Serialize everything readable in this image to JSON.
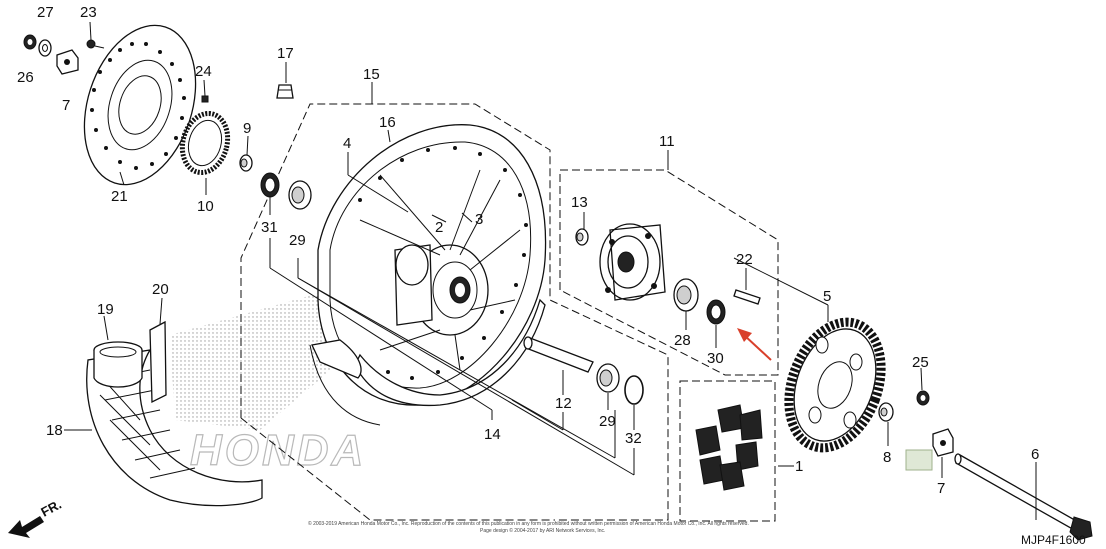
{
  "callouts": {
    "n1": "1",
    "n2": "2",
    "n3": "3",
    "n4": "4",
    "n5": "5",
    "n6": "6",
    "n7a": "7",
    "n7b": "7",
    "n8": "8",
    "n9": "9",
    "n10": "10",
    "n11": "11",
    "n12": "12",
    "n13": "13",
    "n14": "14",
    "n15": "15",
    "n16": "16",
    "n17": "17",
    "n18": "18",
    "n19": "19",
    "n20": "20",
    "n21": "21",
    "n22": "22",
    "n23": "23",
    "n24": "24",
    "n25": "25",
    "n26": "26",
    "n27": "27",
    "n28": "28",
    "n29a": "29",
    "n29b": "29",
    "n30": "30",
    "n31": "31",
    "n32": "32"
  },
  "watermark": "HONDA",
  "direction": "FR.",
  "diagram_code": "MJP4F1600",
  "copyright": {
    "line1": "© 2003-2019 American Honda Motor Co., Inc. Reproduction of the contents of this publication in any form is prohibited without written permission of American Honda Motor Co., Inc. All rights reserved.",
    "line2": "Page design © 2004-2017 by ARI Network Services, Inc."
  },
  "colors": {
    "ink": "#111111",
    "highlight_arrow": "#d9402b",
    "tag_box": "#dfe8d6"
  }
}
